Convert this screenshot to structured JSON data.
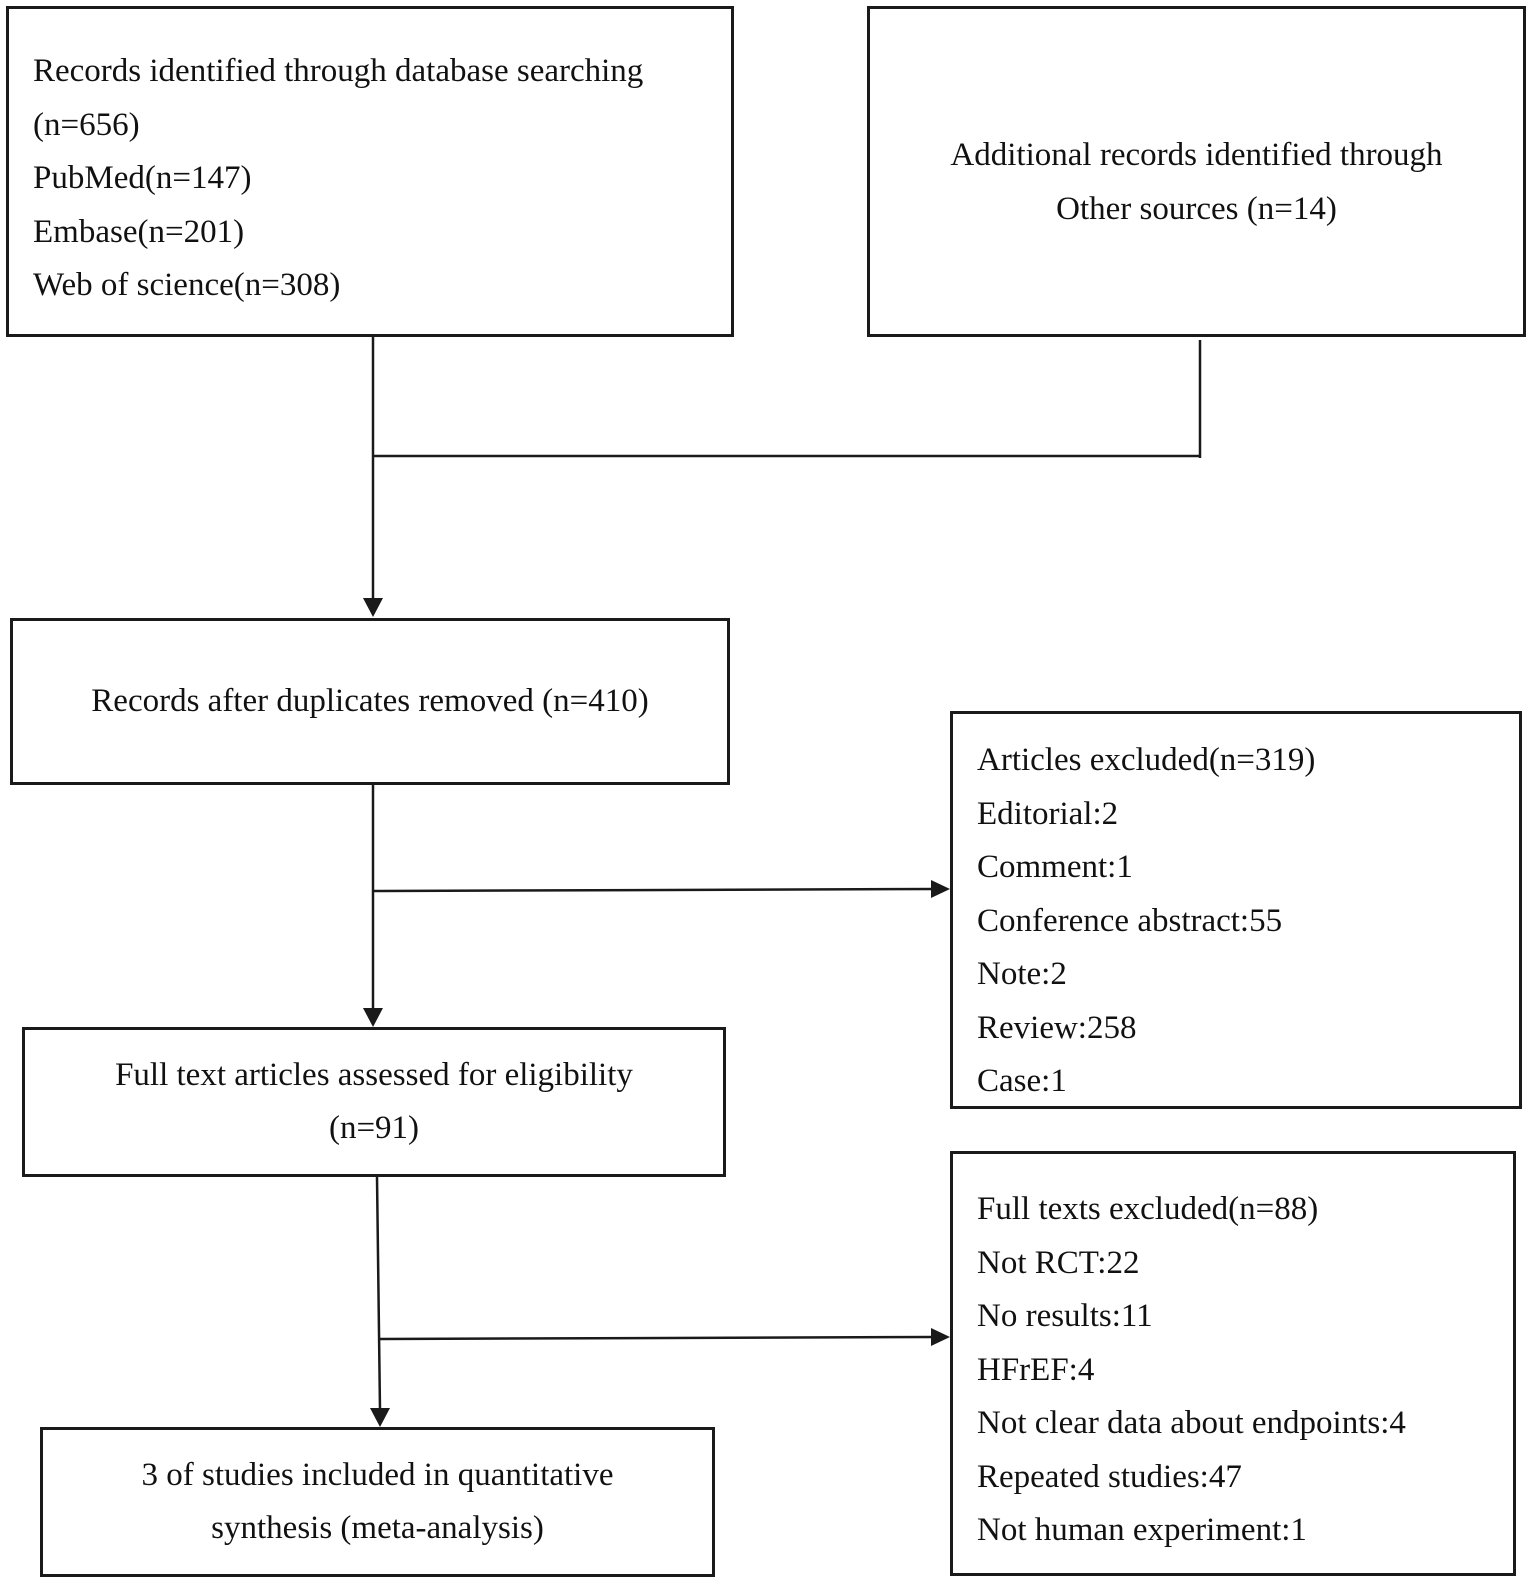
{
  "identification": {
    "database": {
      "lines": [
        "Records identified through database searching",
        "(n=656)",
        "PubMed(n=147)",
        "Embase(n=201)",
        "Web of science(n=308)"
      ]
    },
    "other_sources": {
      "lines": [
        "Additional records identified through",
        "Other sources (n=14)"
      ]
    }
  },
  "screening": {
    "after_duplicates": "Records after duplicates removed (n=410)",
    "articles_excluded": {
      "lines": [
        "Articles excluded(n=319)",
        "Editorial:2",
        "Comment:1",
        "Conference abstract:55",
        "Note:2",
        "Review:258",
        "Case:1"
      ]
    }
  },
  "eligibility": {
    "full_text_assessed": {
      "lines": [
        "Full text articles assessed for eligibility",
        "(n=91)"
      ]
    },
    "full_texts_excluded": {
      "lines": [
        "Full texts excluded(n=88)",
        "Not RCT:22",
        "No results:11",
        "HFrEF:4",
        "Not clear data about endpoints:4",
        "Repeated studies:47",
        "Not human experiment:1"
      ]
    }
  },
  "included": {
    "lines": [
      "3 of studies included in quantitative",
      "synthesis (meta-analysis)"
    ]
  },
  "colors": {
    "line": "#1a1a1a",
    "text": "#111111",
    "background": "#ffffff"
  }
}
